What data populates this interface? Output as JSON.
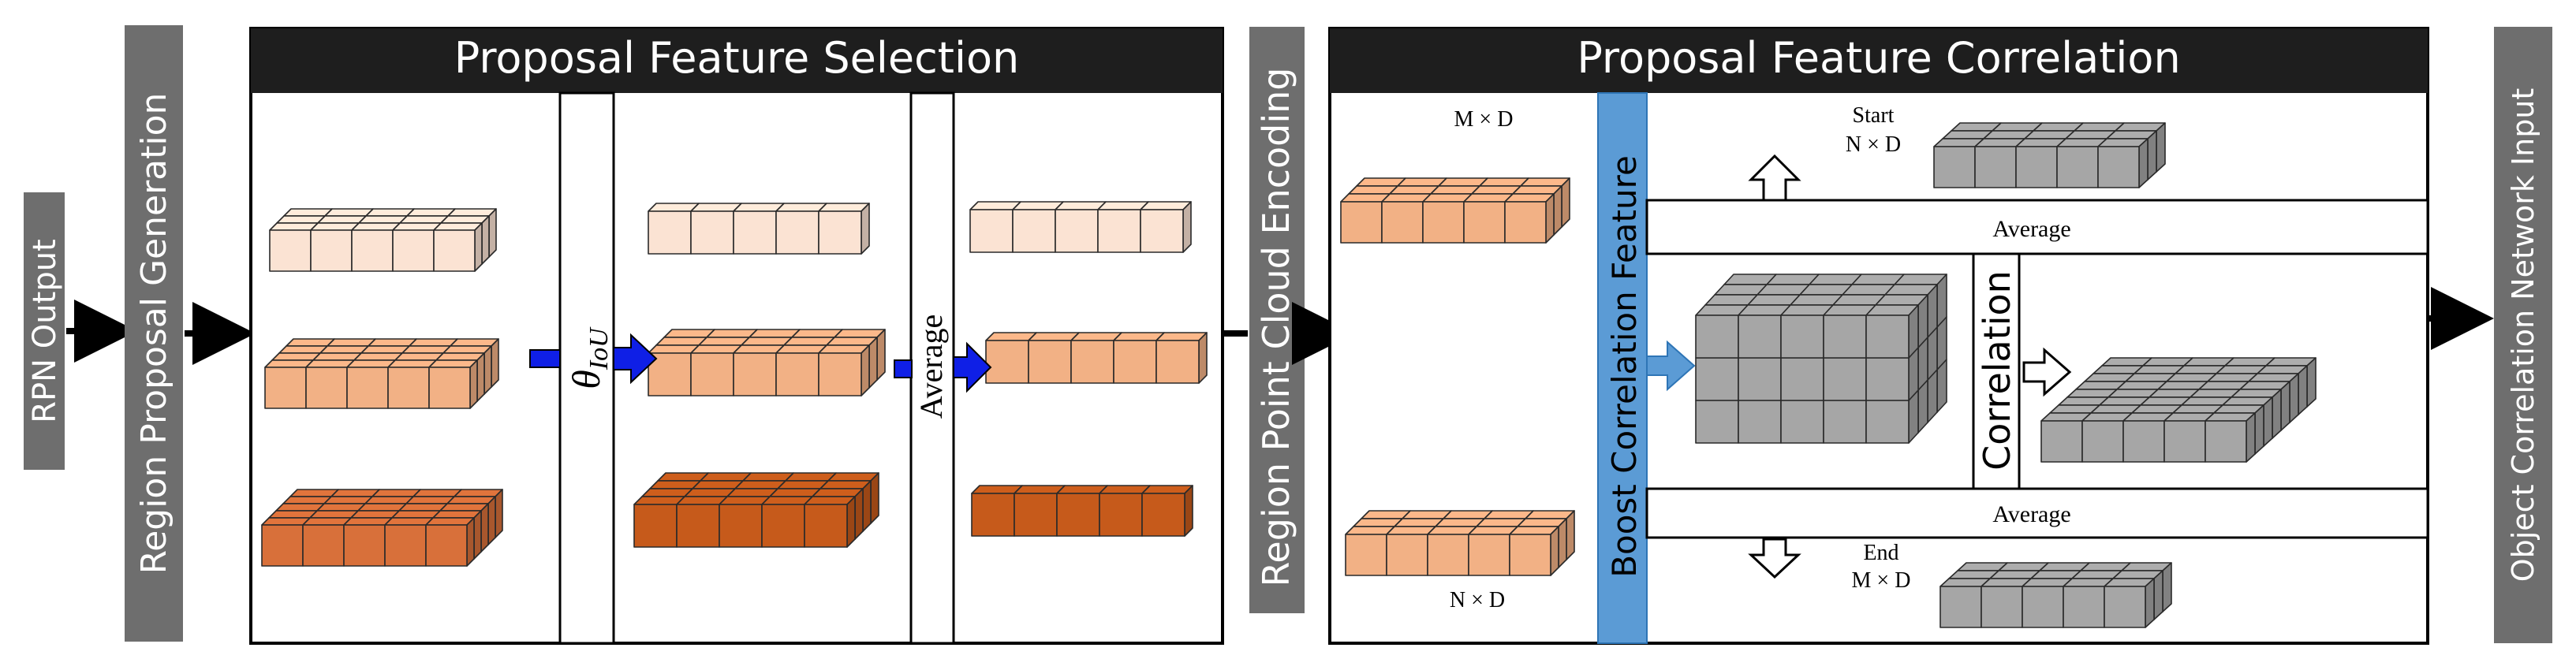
{
  "labels": {
    "rpn_output": "RPN Output",
    "region_proposal_generation": "Region Proposal Generation",
    "proposal_feature_selection": "Proposal Feature Selection",
    "region_point_cloud_encoding": "Region Point Cloud Encoding",
    "proposal_feature_correlation": "Proposal Feature Correlation",
    "object_correlation_network_input": "Object Correlation Network Input",
    "boost_correlation_feature": "Boost Correlation Feature",
    "theta_symbol": "θ",
    "theta_subscript": "IoU",
    "average_vertical": "Average",
    "average_top": "Average",
    "average_bottom": "Average",
    "correlation": "Correlation",
    "m_by_d_top": "M × D",
    "n_by_d_bottom": "N × D",
    "start": "Start",
    "start_dims": "N × D",
    "end": "End",
    "end_dims": "M × D"
  },
  "colors": {
    "dark_bar": "#1e1e1e",
    "gray_bar": "#6e6e6e",
    "blue_bar": "#5b9bd5",
    "arrow_blue": "#0f1fe6",
    "light_cube": "#fbe3d3",
    "mid_cube": "#f2b185",
    "dark_cube": "#d8703a",
    "darkest_cube": "#c65a1b",
    "gray_cube": "#a6a6a6"
  }
}
